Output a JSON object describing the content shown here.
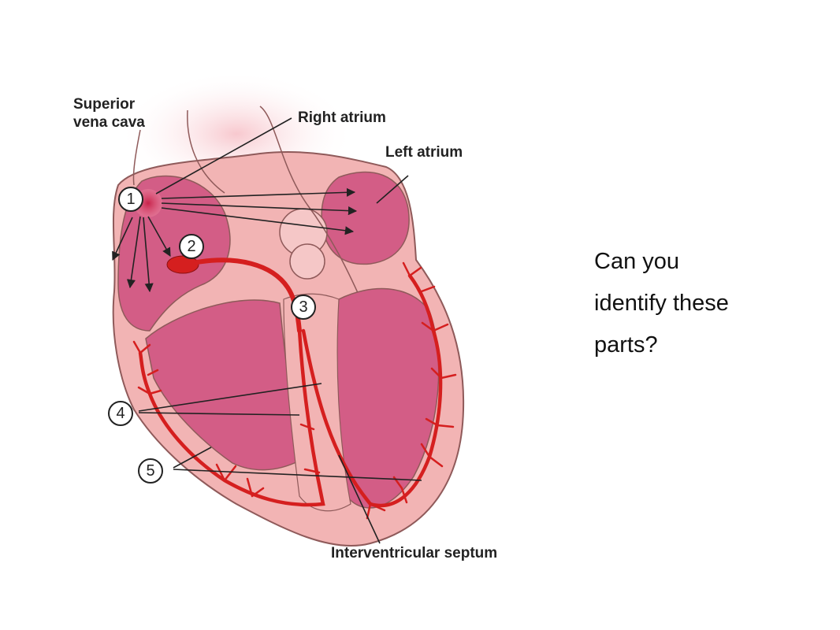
{
  "diagram": {
    "labels": {
      "superior_vena_cava_line1": "Superior",
      "superior_vena_cava_line2": "vena cava",
      "right_atrium": "Right atrium",
      "left_atrium": "Left atrium",
      "interventricular_septum": "Interventricular septum"
    },
    "callouts": [
      "1",
      "2",
      "3",
      "4",
      "5"
    ],
    "colors": {
      "myocardium": "#f2b4b4",
      "chamber": "#d35d86",
      "conduction": "#d51f1f",
      "background": "#ffffff"
    }
  },
  "question": {
    "line1": "Can you",
    "line2": "identify these",
    "line3": "parts?"
  }
}
